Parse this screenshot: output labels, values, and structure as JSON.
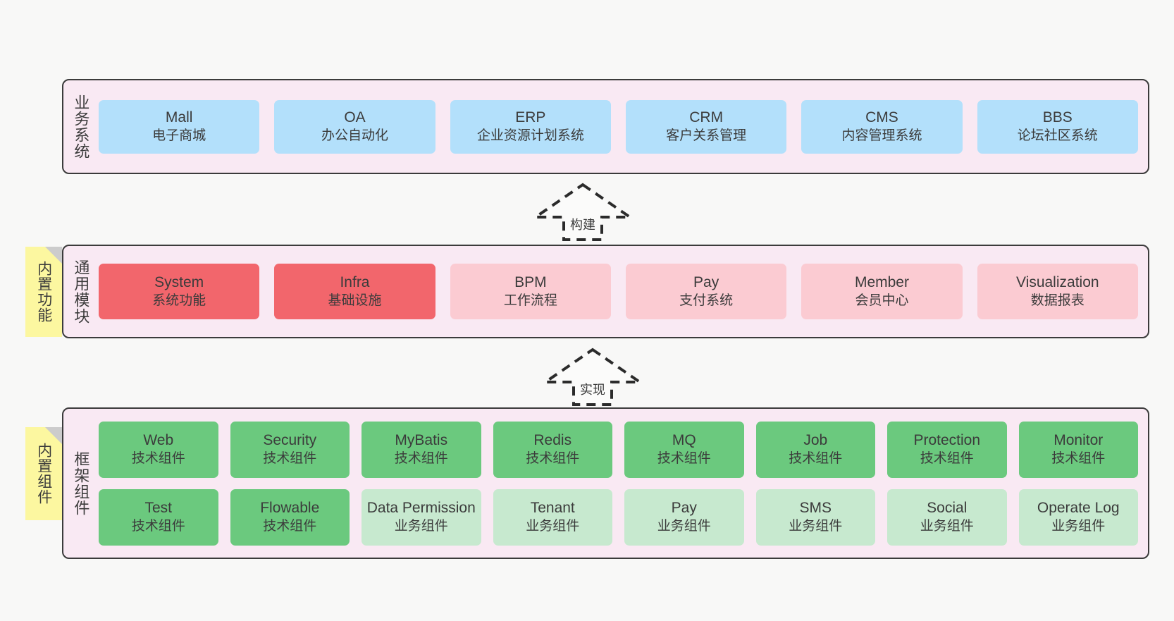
{
  "diagram": {
    "title": "ruoyi-vue-pro architecture layers",
    "colors": {
      "band_bg": "#f9e9f3",
      "band_border": "#3b3b3b",
      "blue": "#b3e0fb",
      "red": "#f2666c",
      "pink": "#fbcbd2",
      "green": "#6bc97e",
      "light_green": "#c7e9cf",
      "note_yellow": "#fcf7a0",
      "page_bg": "#f8f8f7"
    }
  },
  "notes": [
    {
      "name": "builtin-function",
      "label": "内置功能"
    },
    {
      "name": "builtin-component",
      "label": "内置组件"
    }
  ],
  "arrows": [
    {
      "name": "build",
      "label": "构建"
    },
    {
      "name": "realize",
      "label": "实现"
    }
  ],
  "bands": {
    "business": {
      "title": "业务系统",
      "rows": [
        [
          {
            "t1": "Mall",
            "t2": "电子商城",
            "color": "blue"
          },
          {
            "t1": "OA",
            "t2": "办公自动化",
            "color": "blue"
          },
          {
            "t1": "ERP",
            "t2": "企业资源计划系统",
            "color": "blue"
          },
          {
            "t1": "CRM",
            "t2": "客户关系管理",
            "color": "blue"
          },
          {
            "t1": "CMS",
            "t2": "内容管理系统",
            "color": "blue"
          },
          {
            "t1": "BBS",
            "t2": "论坛社区系统",
            "color": "blue"
          }
        ]
      ]
    },
    "modules": {
      "title": "通用模块",
      "rows": [
        [
          {
            "t1": "System",
            "t2": "系统功能",
            "color": "red"
          },
          {
            "t1": "Infra",
            "t2": "基础设施",
            "color": "red"
          },
          {
            "t1": "BPM",
            "t2": "工作流程",
            "color": "pink"
          },
          {
            "t1": "Pay",
            "t2": "支付系统",
            "color": "pink"
          },
          {
            "t1": "Member",
            "t2": "会员中心",
            "color": "pink"
          },
          {
            "t1": "Visualization",
            "t2": "数据报表",
            "color": "pink"
          }
        ]
      ]
    },
    "framework": {
      "title": "框架组件",
      "rows": [
        [
          {
            "t1": "Web",
            "t2": "技术组件",
            "color": "green"
          },
          {
            "t1": "Security",
            "t2": "技术组件",
            "color": "green"
          },
          {
            "t1": "MyBatis",
            "t2": "技术组件",
            "color": "green"
          },
          {
            "t1": "Redis",
            "t2": "技术组件",
            "color": "green"
          },
          {
            "t1": "MQ",
            "t2": "技术组件",
            "color": "green"
          },
          {
            "t1": "Job",
            "t2": "技术组件",
            "color": "green"
          },
          {
            "t1": "Protection",
            "t2": "技术组件",
            "color": "green"
          },
          {
            "t1": "Monitor",
            "t2": "技术组件",
            "color": "green"
          }
        ],
        [
          {
            "t1": "Test",
            "t2": "技术组件",
            "color": "green"
          },
          {
            "t1": "Flowable",
            "t2": "技术组件",
            "color": "green"
          },
          {
            "t1": "Data Permission",
            "t2": "业务组件",
            "color": "light_green"
          },
          {
            "t1": "Tenant",
            "t2": "业务组件",
            "color": "light_green"
          },
          {
            "t1": "Pay",
            "t2": "业务组件",
            "color": "light_green"
          },
          {
            "t1": "SMS",
            "t2": "业务组件",
            "color": "light_green"
          },
          {
            "t1": "Social",
            "t2": "业务组件",
            "color": "light_green"
          },
          {
            "t1": "Operate Log",
            "t2": "业务组件",
            "color": "light_green"
          }
        ]
      ]
    }
  }
}
